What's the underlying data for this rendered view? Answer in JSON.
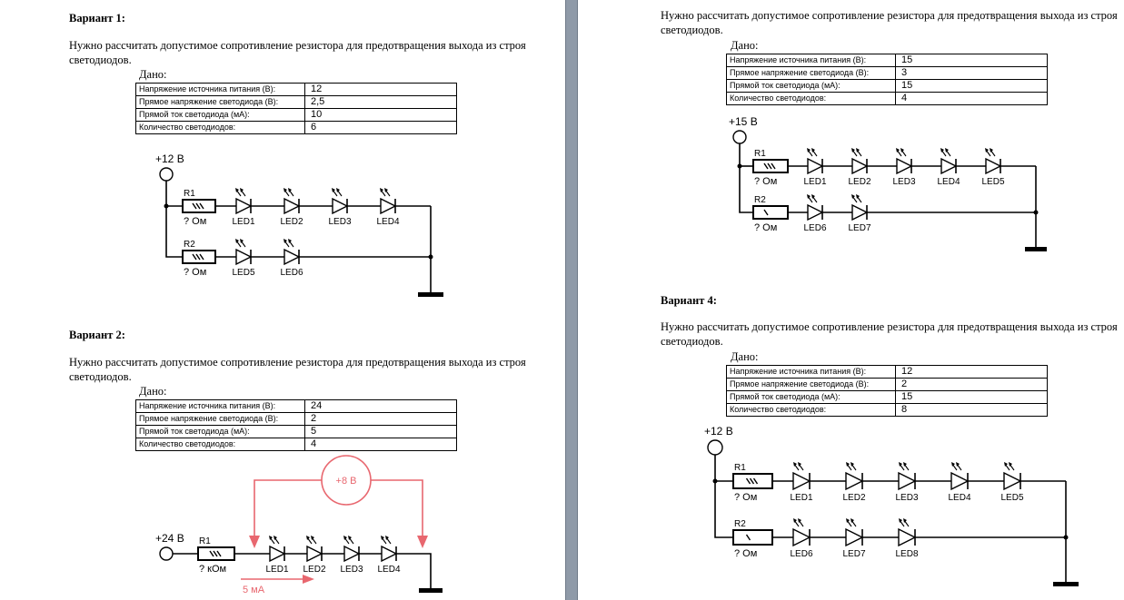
{
  "variants": [
    {
      "title": "Вариант 1:",
      "task": "Нужно рассчитать допустимое сопротивление резистора для предотвращения выхода из строя светодиодов.",
      "given_label": "Дано:",
      "rows": [
        {
          "label": "Напряжение источника питания (В):",
          "value": "12"
        },
        {
          "label": "Прямое напряжение светодиода (В):",
          "value": "2,5"
        },
        {
          "label": "Прямой ток светодиода (мА):",
          "value": "10"
        },
        {
          "label": "Количество светодиодов:",
          "value": "6"
        }
      ],
      "circuit": {
        "supply": "+12 В",
        "resistors": [
          {
            "name": "R1",
            "value": "? Ом"
          },
          {
            "name": "R2",
            "value": "? Ом"
          }
        ],
        "branches": [
          [
            "LED1",
            "LED2",
            "LED3",
            "LED4"
          ],
          [
            "LED5",
            "LED6"
          ]
        ]
      }
    },
    {
      "title": "Вариант 2:",
      "task": "Нужно рассчитать допустимое сопротивление резистора для предотвращения выхода из строя светодиодов.",
      "given_label": "Дано:",
      "rows": [
        {
          "label": "Напряжение источника питания (В):",
          "value": "24"
        },
        {
          "label": "Прямое напряжение светодиода (В):",
          "value": "2"
        },
        {
          "label": "Прямой ток светодиода (мА):",
          "value": "5"
        },
        {
          "label": "Количество светодиодов:",
          "value": "4"
        }
      ],
      "circuit": {
        "supply": "+24 В",
        "resistors": [
          {
            "name": "R1",
            "value": "? кОм"
          }
        ],
        "branches": [
          [
            "LED1",
            "LED2",
            "LED3",
            "LED4"
          ]
        ],
        "drop_label": "+8 В",
        "current_label": "5 мА"
      }
    },
    {
      "title": "",
      "task": "Нужно рассчитать допустимое сопротивление резистора для предотвращения выхода из строя светодиодов.",
      "given_label": "Дано:",
      "rows": [
        {
          "label": "Напряжение источника питания (В):",
          "value": "15"
        },
        {
          "label": "Прямое напряжение светодиода (В):",
          "value": "3"
        },
        {
          "label": "Прямой ток светодиода (мА):",
          "value": "15"
        },
        {
          "label": "Количество светодиодов:",
          "value": "4"
        }
      ],
      "circuit": {
        "supply": "+15 В",
        "resistors": [
          {
            "name": "R1",
            "value": "? Ом"
          },
          {
            "name": "R2",
            "value": "? Ом"
          }
        ],
        "branches": [
          [
            "LED1",
            "LED2",
            "LED3",
            "LED4",
            "LED5"
          ],
          [
            "LED6",
            "LED7"
          ]
        ]
      }
    },
    {
      "title": "Вариант 4:",
      "task": "Нужно рассчитать допустимое сопротивление резистора для предотвращения выхода из строя светодиодов.",
      "given_label": "Дано:",
      "rows": [
        {
          "label": "Напряжение источника питания (В):",
          "value": "12"
        },
        {
          "label": "Прямое напряжение светодиода (В):",
          "value": "2"
        },
        {
          "label": "Прямой ток светодиода (мА):",
          "value": "15"
        },
        {
          "label": "Количество светодиодов:",
          "value": "8"
        }
      ],
      "circuit": {
        "supply": "+12 В",
        "resistors": [
          {
            "name": "R1",
            "value": "? Ом"
          },
          {
            "name": "R2",
            "value": "? Ом"
          }
        ],
        "branches": [
          [
            "LED1",
            "LED2",
            "LED3",
            "LED4",
            "LED5"
          ],
          [
            "LED6",
            "LED7",
            "LED8"
          ]
        ]
      }
    }
  ],
  "colors": {
    "annotation": "#e8676f",
    "wire": "#000000",
    "gutter": "#8f9aa8"
  }
}
